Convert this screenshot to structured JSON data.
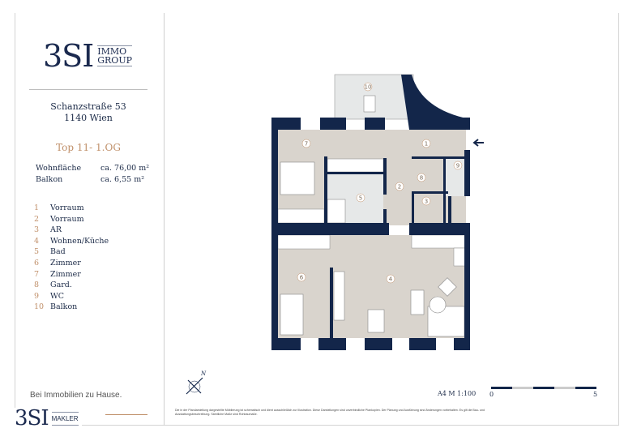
{
  "brand": {
    "logo_main": "3SI",
    "logo_sub_1": "IMMO",
    "logo_sub_2": "GROUP"
  },
  "address": {
    "street": "Schanzstraße 53",
    "city": "1140 Wien"
  },
  "unit": {
    "title": "Top 11- 1.OG"
  },
  "areas": [
    {
      "label": "Wohnfläche",
      "value": "ca. 76,00 m²"
    },
    {
      "label": "Balkon",
      "value": "ca.   6,55 m²"
    }
  ],
  "rooms": [
    {
      "num": "1",
      "name": "Vorraum"
    },
    {
      "num": "2",
      "name": "Vorraum"
    },
    {
      "num": "3",
      "name": "AR"
    },
    {
      "num": "4",
      "name": "Wohnen/Küche"
    },
    {
      "num": "5",
      "name": "Bad"
    },
    {
      "num": "6",
      "name": "Zimmer"
    },
    {
      "num": "7",
      "name": "Zimmer"
    },
    {
      "num": "8",
      "name": "Gard."
    },
    {
      "num": "9",
      "name": "WC"
    },
    {
      "num": "10",
      "name": "Balkon"
    }
  ],
  "footer": {
    "slogan": "Bei Immobilien zu Hause.",
    "makler_logo_main": "3SI",
    "makler_logo_sub": "MAKLER",
    "disclaimer": "Die in der Plandarstellung dargestellte Möblierung ist schematisch und dient ausschließlich zur Illustration. Diese Darstellungen sind unverbindliche Plankopien. Der Planung und Ausführung sind Änderungen vorbehalten. Es gilt die Bau- und Ausstattungsbeschreibung. Sämtliche Maße sind Rohbaumaße."
  },
  "plan": {
    "north": "N",
    "scale": "A4  M 1:100",
    "scale_start": "0",
    "scale_end": "5"
  },
  "colors": {
    "navy": "#13264a",
    "accent": "#c0906a",
    "floor": "#d9d4cd",
    "tile": "#e6e8e8"
  }
}
